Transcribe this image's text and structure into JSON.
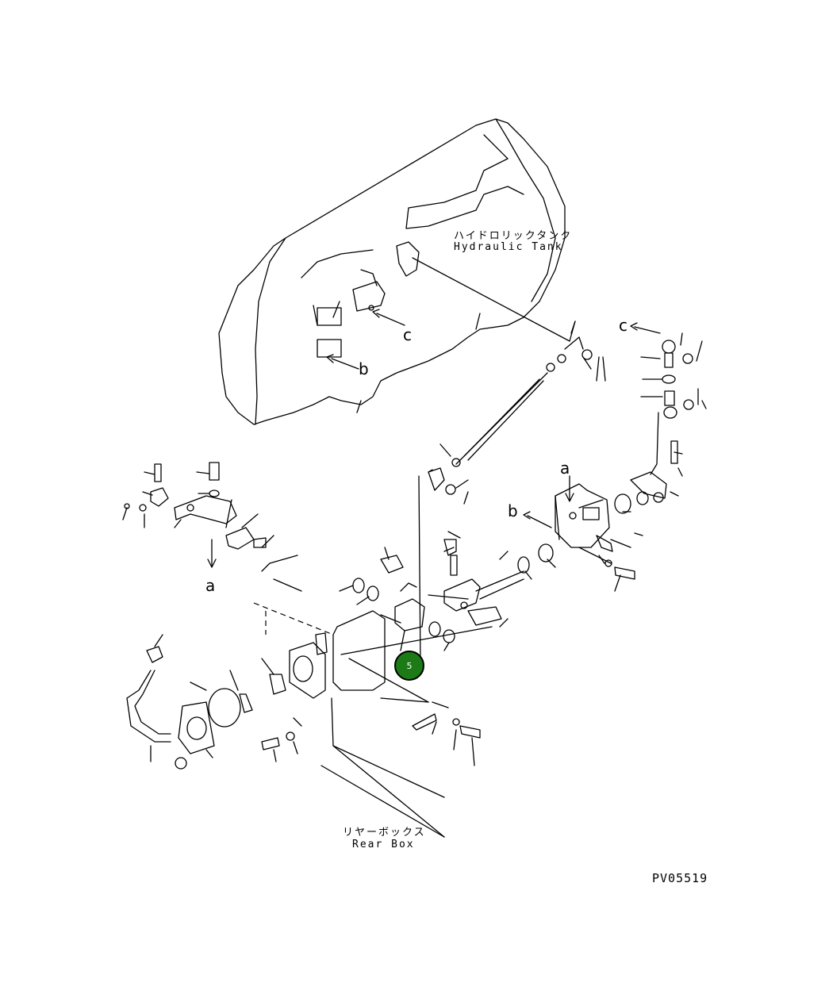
{
  "hydraulic_tank": {
    "label_jp": "ハイドロリックタンク",
    "label_en": "Hydraulic Tank"
  },
  "rear_box": {
    "label_jp": "リヤーボックス",
    "label_en": "Rear Box"
  },
  "references": {
    "a_left": "a",
    "a_right": "a",
    "b_tank": "b",
    "b_right": "b",
    "c_tank": "c",
    "c_right": "c"
  },
  "callout": {
    "number": "5",
    "color": "#1c7a17"
  },
  "drawing_code": "PV05519"
}
